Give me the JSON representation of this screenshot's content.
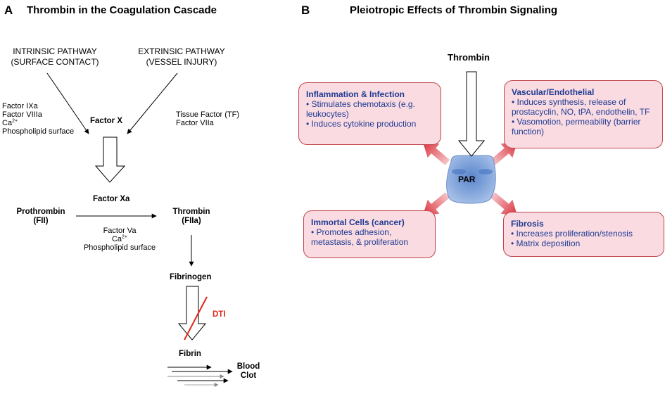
{
  "panel_a": {
    "letter": "A",
    "title": "Thrombin in the Coagulation Cascade",
    "intrinsic": {
      "line1": "INTRINSIC PATHWAY",
      "line2": "(SURFACE CONTACT)"
    },
    "extrinsic": {
      "line1": "EXTRINSIC PATHWAY",
      "line2": "(VESSEL INJURY)"
    },
    "intrinsic_factors": {
      "f1": "Factor IXa",
      "f2": "Factor VIIIa",
      "ca": "Ca",
      "ca_sup": "2+",
      "f4": "Phospholipid surface"
    },
    "extrinsic_factors": {
      "f1": "Tissue Factor (TF)",
      "f2": "Factor VIIa"
    },
    "factor_x": "Factor X",
    "factor_xa": "Factor Xa",
    "prothrombin": {
      "name": "Prothrombin",
      "abbr": "(FII)"
    },
    "thrombin": {
      "name": "Thrombin",
      "abbr": "(FIIa)"
    },
    "cofactors": {
      "f1": "Factor Va",
      "ca": "Ca",
      "ca_sup": "2+",
      "f3": "Phospholipid surface"
    },
    "fibrinogen": "Fibrinogen",
    "dti": "DTI",
    "fibrin": "Fibrin",
    "clot": {
      "line1": "Blood",
      "line2": "Clot"
    }
  },
  "panel_b": {
    "letter": "B",
    "title": "Pleiotropic Effects of Thrombin Signaling",
    "thrombin": "Thrombin",
    "receptor": "PAR",
    "boxes": {
      "inflammation": {
        "title": "Inflammation & Infection",
        "items": [
          "• Stimulates chemotaxis (e.g. leukocytes)",
          "• Induces cytokine production"
        ]
      },
      "vascular": {
        "title": "Vascular/Endothelial",
        "items": [
          "• Induces synthesis, release of prostacyclin, NO, tPA, endothelin, TF",
          "• Vasomotion, permeability (barrier function)"
        ]
      },
      "cancer": {
        "title": "Immortal Cells (cancer)",
        "items": [
          "• Promotes adhesion, metastasis, & proliferation"
        ]
      },
      "fibrosis": {
        "title": "Fibrosis",
        "items": [
          "• Increases proliferation/stenosis",
          "• Matrix deposition"
        ]
      }
    }
  },
  "colors": {
    "box_fill": "#f9dbe1",
    "box_border": "#c0464d",
    "box_text": "#1f3a93",
    "dti": "#e0271b",
    "par": "#7a9fd6",
    "arrow_red": "#d9383f"
  }
}
